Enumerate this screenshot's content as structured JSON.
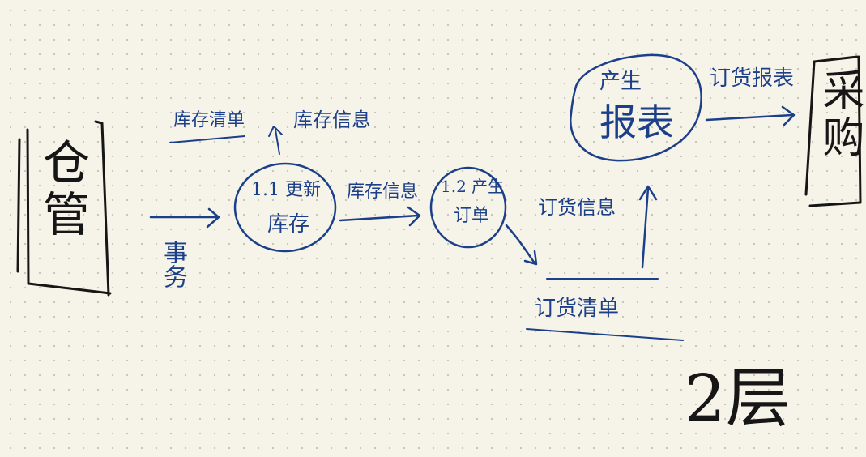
{
  "colors": {
    "ink_blue": "#1c3f8a",
    "ink_black": "#161616",
    "paper": "#f6f3e8"
  },
  "entities": {
    "warehouse": "仓管",
    "purchasing": "采购"
  },
  "processes": {
    "update_inventory": {
      "line1": "1.1 更新",
      "line2": "库存"
    },
    "generate_order": {
      "line1": "1.2 产生",
      "line2": "订单"
    },
    "generate_report": {
      "line1": "产生",
      "line2": "报表"
    }
  },
  "stores": {
    "inventory_list": "库存清单",
    "order_list": "订货清单"
  },
  "flows": {
    "transaction": "事务",
    "inventory_info_top": "库存信息",
    "inventory_info_mid": "库存信息",
    "order_info": "订货信息",
    "order_report": "订货报表"
  },
  "level_label": "2层"
}
